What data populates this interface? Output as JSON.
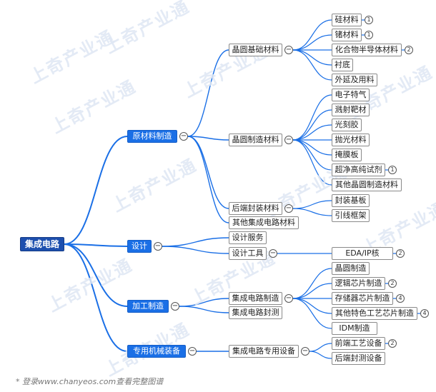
{
  "watermark": "上奇产业通",
  "footer": "* 登录www.chanyeos.com查看完整图谱",
  "colors": {
    "root": "#1d4fae",
    "level1": "#1a6fe6",
    "line": "#1a6fe6",
    "leaf_border": "#8a8a8a"
  },
  "tree": {
    "label": "集成电路",
    "children": [
      {
        "label": "原材料制造",
        "children": [
          {
            "label": "晶圆基础材料",
            "children": [
              {
                "label": "硅材料",
                "count": "1"
              },
              {
                "label": "锗材料",
                "count": "1"
              },
              {
                "label": "化合物半导体材料",
                "count": "2"
              },
              {
                "label": "衬底"
              },
              {
                "label": "外延及用料"
              }
            ]
          },
          {
            "label": "晶圆制造材料",
            "children": [
              {
                "label": "电子特气"
              },
              {
                "label": "溅射靶材"
              },
              {
                "label": "光刻胶"
              },
              {
                "label": "抛光材料"
              },
              {
                "label": "掩膜板"
              },
              {
                "label": "超净高纯试剂",
                "count": "1"
              },
              {
                "label": "其他晶圆制造材料"
              }
            ]
          },
          {
            "label": "后端封装材料",
            "children": [
              {
                "label": "封装基板"
              },
              {
                "label": "引线框架"
              }
            ]
          },
          {
            "label": "其他集成电路材料"
          }
        ]
      },
      {
        "label": "设计",
        "children": [
          {
            "label": "设计服务"
          },
          {
            "label": "设计工具",
            "children": [
              {
                "label": "EDA/IP核",
                "count": "2"
              }
            ]
          }
        ]
      },
      {
        "label": "加工制造",
        "children": [
          {
            "label": "集成电路制造",
            "children": [
              {
                "label": "晶圆制造"
              },
              {
                "label": "逻辑芯片制造",
                "count": "2"
              },
              {
                "label": "存储器芯片制造",
                "count": "4"
              },
              {
                "label": "其他特色工艺芯片制造",
                "count": "4"
              },
              {
                "label": "IDM制造"
              }
            ]
          },
          {
            "label": "集成电路封测"
          }
        ]
      },
      {
        "label": "专用机械装备",
        "children": [
          {
            "label": "集成电路专用设备",
            "children": [
              {
                "label": "前端工艺设备",
                "count": "2"
              },
              {
                "label": "后端封测设备"
              }
            ]
          }
        ]
      }
    ]
  }
}
